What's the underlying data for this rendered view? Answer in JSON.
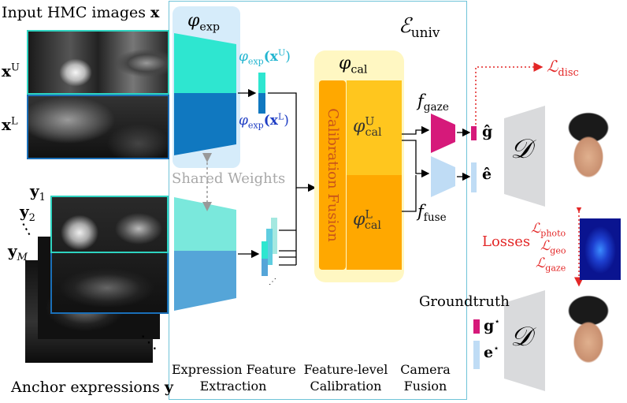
{
  "labels": {
    "input_title": "Input HMC images",
    "input_x": "x",
    "row_upper": "x",
    "row_upper_sup": "U",
    "row_lower": "x",
    "row_lower_sup": "L",
    "anchor_y1": "y",
    "anchor_y1_sub": "1",
    "anchor_y2": "y",
    "anchor_y2_sub": "2",
    "anchor_dots": "⋮",
    "anchor_yM": "y",
    "anchor_yM_sub": "M",
    "anchor_ddots": "⋱",
    "anchor_title": "Anchor expressions",
    "anchor_y": "y",
    "phi_exp": "φ",
    "phi_exp_sub": "exp",
    "phi_exp_xU": "φ",
    "phi_exp_xU_sub": "exp",
    "phi_exp_xU_arg": "(x",
    "phi_exp_xU_sup": "U",
    "phi_exp_xU_close": ")",
    "phi_exp_xL": "φ",
    "phi_exp_xL_sub": "exp",
    "phi_exp_xL_arg": "(x",
    "phi_exp_xL_sup": "L",
    "phi_exp_xL_close": ")",
    "shared_weights": "Shared Weights",
    "phi_cal": "φ",
    "phi_cal_sub": "cal",
    "calibration_fusion": "Calibration Fusion",
    "phi_cal_U": "φ",
    "phi_cal_U_sup": "U",
    "phi_cal_U_sub": "cal",
    "phi_cal_L": "φ",
    "phi_cal_L_sup": "L",
    "phi_cal_L_sub": "cal",
    "E_univ": "ℰ",
    "E_univ_sub": "univ",
    "f_gaze": "f",
    "f_gaze_sub": "gaze",
    "f_fuse": "f",
    "f_fuse_sub": "fuse",
    "g_hat": "ĝ",
    "e_hat": "ê",
    "D_top": "𝒟",
    "D_bottom": "𝒟",
    "L_disc": "ℒ",
    "L_disc_sub": "disc",
    "losses": "Losses",
    "L_photo": "ℒ",
    "L_photo_sub": "photo",
    "L_geo": "ℒ",
    "L_geo_sub": "geo",
    "L_gaze": "ℒ",
    "L_gaze_sub": "gaze",
    "groundtruth": "Groundtruth",
    "g_star": "g",
    "g_star_sup": "⋆",
    "e_star": "e",
    "e_star_sup": "⋆",
    "cap_expr_1": "Expression Feature",
    "cap_expr_2": "Extraction",
    "cap_feat_1": "Feature-level",
    "cap_feat_2": "Calibration",
    "cap_cam_1": "Camera",
    "cap_cam_2": "Fusion"
  },
  "colors": {
    "teal_light": "#2ee6d0",
    "blue_dark": "#1078c0",
    "panel_blue": "#d6ecfa",
    "panel_yellow": "#fff7c2",
    "orange": "#ffa800",
    "gold": "#ffc61e",
    "magenta": "#d6197a",
    "light_blue": "#bfdcf5",
    "red": "#e32727",
    "gray": "#d9dadc"
  }
}
